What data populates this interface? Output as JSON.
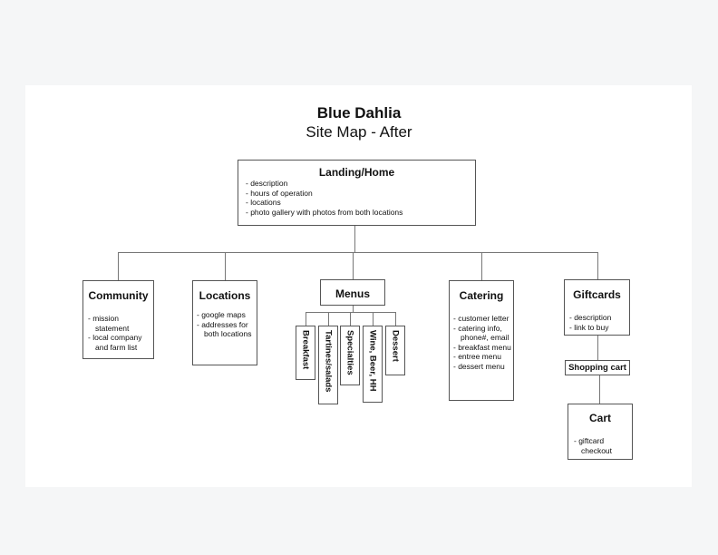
{
  "title": "Blue Dahlia",
  "subtitle": "Site Map - After",
  "home": {
    "title": "Landing/Home",
    "items": [
      "description",
      "hours of operation",
      "locations",
      "photo gallery with photos from both locations"
    ]
  },
  "community": {
    "title": "Community",
    "items": [
      "mission statement",
      "local company and farm list"
    ]
  },
  "locations": {
    "title": "Locations",
    "items": [
      "google maps",
      "addresses for both locations"
    ]
  },
  "menus": {
    "title": "Menus",
    "submenus": [
      "Breakfast",
      "Tartines/salads",
      "Specialties",
      "Wine, Beer, HH",
      "Dessert"
    ]
  },
  "catering": {
    "title": "Catering",
    "items": [
      "customer letter",
      "catering info, phone#, email",
      "breakfast menu",
      "entree menu",
      "dessert menu"
    ]
  },
  "giftcards": {
    "title": "Giftcards",
    "items": [
      "description",
      "link to buy"
    ]
  },
  "shopping_cart": {
    "label": "Shopping cart"
  },
  "cart": {
    "title": "Cart",
    "items": [
      "giftcard checkout"
    ]
  }
}
